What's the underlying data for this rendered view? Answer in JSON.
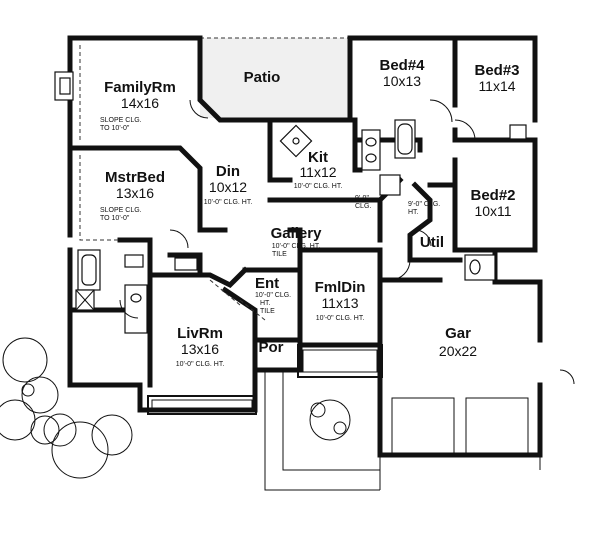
{
  "rooms": {
    "family": {
      "name": "FamilyRm",
      "dims": "14x16",
      "note1": "SLOPE CLG.",
      "note2": "TO 10'-0\""
    },
    "patio": {
      "name": "Patio"
    },
    "bed4": {
      "name": "Bed#4",
      "dims": "10x13"
    },
    "bed3": {
      "name": "Bed#3",
      "dims": "11x14"
    },
    "master": {
      "name": "MstrBed",
      "dims": "13x16",
      "note1": "SLOPE CLG.",
      "note2": "TO 10'-0\""
    },
    "dining": {
      "name": "Din",
      "dims": "10x12",
      "note1": "10'-0\" CLG. HT."
    },
    "kitchen": {
      "name": "Kit",
      "dims": "11x12",
      "note1": "10'-0\" CLG. HT."
    },
    "bed2": {
      "name": "Bed#2",
      "dims": "10x11"
    },
    "gallery": {
      "name": "Gallery",
      "note1": "10'-0\" CLG. HT.",
      "note2": "TILE"
    },
    "util": {
      "name": "Util"
    },
    "entry": {
      "name": "Ent",
      "note1": "10'-0\" CLG.",
      "note2": "HT.",
      "note3": "TILE"
    },
    "formal": {
      "name": "FmlDin",
      "dims": "11x13",
      "note1": "10'-0\" CLG. HT."
    },
    "living": {
      "name": "LivRm",
      "dims": "13x16",
      "note1": "10'-0\" CLG. HT."
    },
    "garage": {
      "name": "Gar",
      "dims": "20x22"
    },
    "porch": {
      "name": "Por"
    },
    "closet_a": {
      "note1": "9'-0\"",
      "note2": "CLG."
    },
    "closet_b": {
      "note1": "9'-0\" CLG.",
      "note2": "HT."
    }
  }
}
